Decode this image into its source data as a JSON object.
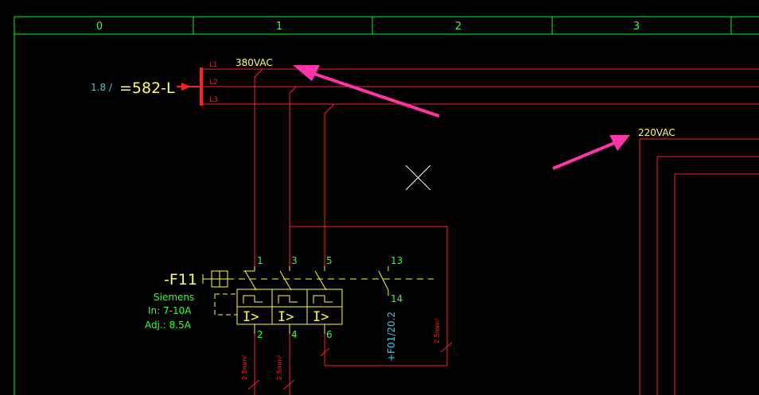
{
  "colors": {
    "background": "#000000",
    "frame": "#00ff00",
    "wire": "#ff2020",
    "symbol": "#ffff33",
    "text_green": "#33ff33",
    "text_cyan": "#33ccff",
    "text_yellow": "#ffff66",
    "annotation_arrow": "#ff33aa",
    "cursor": "#ffffff"
  },
  "column_header": [
    "0",
    "1",
    "2",
    "3"
  ],
  "source": {
    "page_ref": "1.8 /",
    "designation": "=582-L",
    "phases": [
      "L1",
      "L2",
      "L3"
    ]
  },
  "voltage_labels": {
    "three_phase": "380VAC",
    "single_phase": "220VAC"
  },
  "breaker": {
    "tag": "-F11",
    "manufacturer": "Siemens",
    "current_range": "In: 7-10A",
    "setting": "Adj.: 8.5A",
    "top_terminals": [
      "1",
      "3",
      "5",
      "13"
    ],
    "bottom_terminals": [
      "2",
      "4",
      "6",
      "14"
    ],
    "trip_labels": [
      "I>",
      "I>",
      "I>"
    ],
    "aux_reference": "+F01/20.2"
  },
  "cable_sizes": [
    "2.5mm²",
    "2.5mm²",
    "2.5mm²"
  ],
  "icons": {
    "cursor": "x-cross-icon",
    "annotation": "pink-arrow-icon"
  }
}
